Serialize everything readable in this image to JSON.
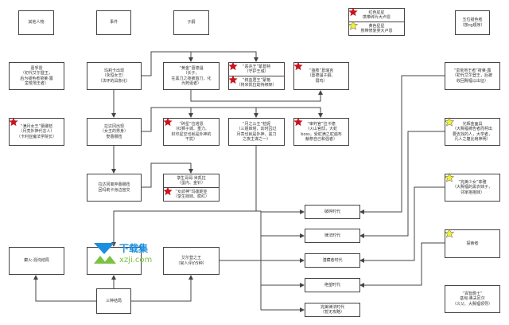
{
  "headers": {
    "others": "其他人物",
    "events": "事件",
    "children": "子嗣",
    "tarnished": "五位褪色者",
    "tarnished_sub": "（按cg顺序）"
  },
  "legend": {
    "red": {
      "label": "红色星星",
      "desc": "携带碎片大卢恩",
      "color": "#c8141c"
    },
    "yellow": {
      "label": "黄色星星",
      "desc": "携带修复类大卢恩",
      "color": "#f2ef3a"
    }
  },
  "nodes": {
    "godfrey": [
      "葛孚雷",
      "（初代艾尔登王，",
      "后为褪色者荷莱·露",
      "蛮荒地王者）"
    ],
    "marika": [
      "玛莉卡出现",
      "（永恒女王）",
      "（法环的具象化）"
    ],
    "godwyn": [
      "“黄金”葛德温",
      "（长子，",
      "在黑刀之夜被首刀，化",
      "为死诞者）"
    ],
    "morgott": [
      "“恶兆王”蒙葛特",
      "（守护王城）"
    ],
    "mohg": [
      "“鲜血君王”蒙格",
      "（将米凯拉劫持绑架）"
    ],
    "godrick": [
      "“接肢”葛瑞克",
      "（葛德温子嗣、",
      "弱鸡）"
    ],
    "hoarah": [
      "“蛮荒地王者”荷莱·露",
      "（初代艾尔登王，后被",
      "收回赐福以出征）"
    ],
    "rennala": [
      "“满月女王”蕾娜菈",
      "（月亮外神代言人）",
      "（卡利亚魔法学院长）"
    ],
    "radagon": [
      "拉达冈出现",
      "（女王的男身）",
      "娶蕾娜菈"
    ],
    "radahn": [
      "“碎星”拉塔恩",
      "（红狮子城、重力、",
      "封印星空也就是外神的",
      "干扰）"
    ],
    "ranni": [
      "“月之公主”菈妮",
      "（三姐妹塔，幼时囚过",
      "月亮也就是外神，黑刀",
      "之夜主谋之一）"
    ],
    "rykard": [
      "“审判官”拉卡德",
      "（火山官邸，大蛇",
      "boss，受蛇满之蛇遍布",
      "献祭自己和强者）"
    ],
    "goldmask": [
      "光辉金面具",
      "（大赐福祷告者而柯出",
      "要去找的人，大学者，",
      "凡人之躯比肩神明）"
    ],
    "radagon_leave": [
      "拉达冈离弃蕾娜菈",
      "回玛莉卡身边官交"
    ],
    "miquella": [
      "孪生哥哥·米凯拉",
      "（蛋内、金针）"
    ],
    "malenia": [
      "“女武神”玛莲妮亚",
      "（孪生妹妹、腐红）"
    ],
    "fia": [
      "“完美少女”菲雅",
      "（大赐福的黑衣妹子，",
      "邻家抱抱妹）"
    ],
    "era1": [
      "破碎时代"
    ],
    "era2": [
      "律法时代"
    ],
    "era3": [
      "潜藏者时代"
    ],
    "era4": [
      "绝望时代"
    ],
    "era5": [
      "完美律法时代",
      "（暂无攻略）"
    ],
    "seeker": [
      "探索者"
    ],
    "gideon": [
      "“百智爵士”",
      "基甸·奥夫尼尔",
      "（义父、大赐福领导）"
    ],
    "ending_frenzy": [
      "癫火-混沌结局"
    ],
    "ending_mid": [
      ""
    ],
    "ending_lord": [
      "艾尔登之王",
      "（官人评价5种）"
    ],
    "three_endings": [
      "三种结局"
    ]
  },
  "watermark": {
    "text": "下载集",
    "url_text": "xzji.com"
  },
  "colors": {
    "line": "#444444",
    "border": "#444444"
  }
}
